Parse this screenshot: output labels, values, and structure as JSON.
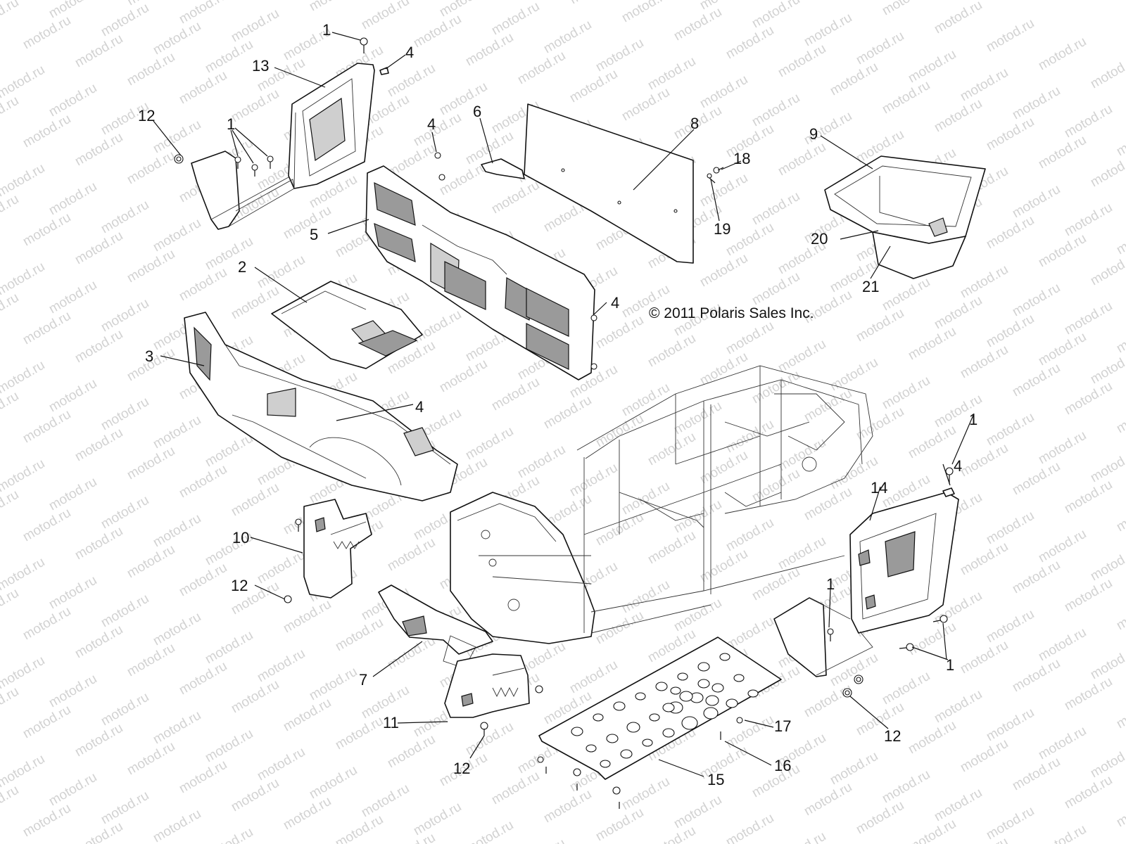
{
  "watermark": "motod.ru",
  "copyright": "© 2011 Polaris Sales Inc.",
  "callouts": [
    {
      "id": "c1a",
      "text": "1"
    },
    {
      "id": "c4a",
      "text": "4"
    },
    {
      "id": "c13",
      "text": "13"
    },
    {
      "id": "c12a",
      "text": "12"
    },
    {
      "id": "c1b",
      "text": "1"
    },
    {
      "id": "c4b",
      "text": "4"
    },
    {
      "id": "c6",
      "text": "6"
    },
    {
      "id": "c8",
      "text": "8"
    },
    {
      "id": "c18",
      "text": "18"
    },
    {
      "id": "c19",
      "text": "19"
    },
    {
      "id": "c9",
      "text": "9"
    },
    {
      "id": "c20",
      "text": "20"
    },
    {
      "id": "c21",
      "text": "21"
    },
    {
      "id": "c5",
      "text": "5"
    },
    {
      "id": "c2",
      "text": "2"
    },
    {
      "id": "c4c",
      "text": "4"
    },
    {
      "id": "c3",
      "text": "3"
    },
    {
      "id": "c4d",
      "text": "4"
    },
    {
      "id": "c1c",
      "text": "1"
    },
    {
      "id": "c4e",
      "text": "4"
    },
    {
      "id": "c14",
      "text": "14"
    },
    {
      "id": "c10",
      "text": "10"
    },
    {
      "id": "c12b",
      "text": "12"
    },
    {
      "id": "c1d",
      "text": "1"
    },
    {
      "id": "c1e",
      "text": "1"
    },
    {
      "id": "c7",
      "text": "7"
    },
    {
      "id": "c11",
      "text": "11"
    },
    {
      "id": "c12c",
      "text": "12"
    },
    {
      "id": "c17",
      "text": "17"
    },
    {
      "id": "c16",
      "text": "16"
    },
    {
      "id": "c15",
      "text": "15"
    },
    {
      "id": "c12d",
      "text": "12"
    }
  ]
}
